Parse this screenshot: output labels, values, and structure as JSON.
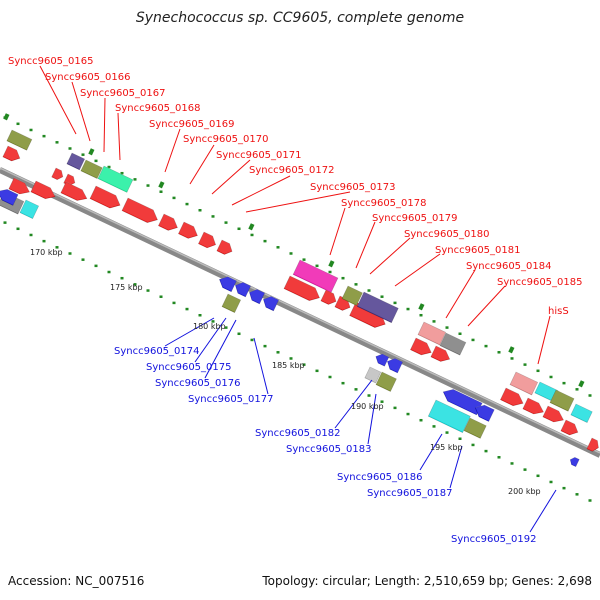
{
  "title": "Synechococcus sp. CC9605, complete genome",
  "accession": "Accession: NC_007516",
  "topology": "Topology: circular; Length: 2,510,659 bp; Genes: 2,698",
  "colors": {
    "red": "#ee1111",
    "blue": "#1111dd",
    "olive": "#778822",
    "indigo": "#443388",
    "mint": "#11ee99",
    "magenta": "#ee11aa",
    "cyan": "#11dddd",
    "pink": "#ee8888",
    "gray": "#777777",
    "lightgray": "#bbbbbb",
    "tick": "#228822",
    "backbone": "#888888"
  },
  "kbp_ticks": [
    "170 kbp",
    "175 kbp",
    "180 kbp",
    "185 kbp",
    "190 kbp",
    "195 kbp",
    "200 kbp"
  ],
  "top_labels": [
    "Syncc9605_0165",
    "Syncc9605_0166",
    "Syncc9605_0167",
    "Syncc9605_0168",
    "Syncc9605_0169",
    "Syncc9605_0170",
    "Syncc9605_0171",
    "Syncc9605_0172",
    "Syncc9605_0173",
    "Syncc9605_0178",
    "Syncc9605_0179",
    "Syncc9605_0180",
    "Syncc9605_0181",
    "Syncc9605_0184",
    "Syncc9605_0185",
    "hisS"
  ],
  "bottom_labels": [
    "Syncc9605_0174",
    "Syncc9605_0175",
    "Syncc9605_0176",
    "Syncc9605_0177",
    "Syncc9605_0182",
    "Syncc9605_0183",
    "Syncc9605_0186",
    "Syncc9605_0187",
    "Syncc9605_0192"
  ]
}
